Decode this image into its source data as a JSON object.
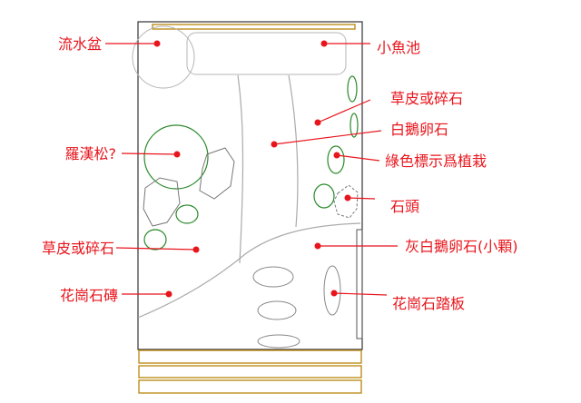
{
  "labels": {
    "flowing_water_basin": "流水盆",
    "fish_pond": "小魚池",
    "grass_or_gravel_right": "草皮或碎石",
    "white_pebbles": "白鵝卵石",
    "green_plants_note": "綠色標示爲植栽",
    "podocarpus": "羅漢松?",
    "stones": "石頭",
    "grass_or_gravel_left": "草皮或碎石",
    "grey_white_pebbles_small": "灰白鵝卵石(小顆)",
    "granite_bricks": "花崗石磚",
    "granite_stepping_stones": "花崗石踏板"
  },
  "colors": {
    "label_red": "#e8151c",
    "outline": "#555555",
    "plant_green": "#2a8a2a",
    "wood": "#b8860b",
    "light_grey": "#b0b0b0"
  }
}
